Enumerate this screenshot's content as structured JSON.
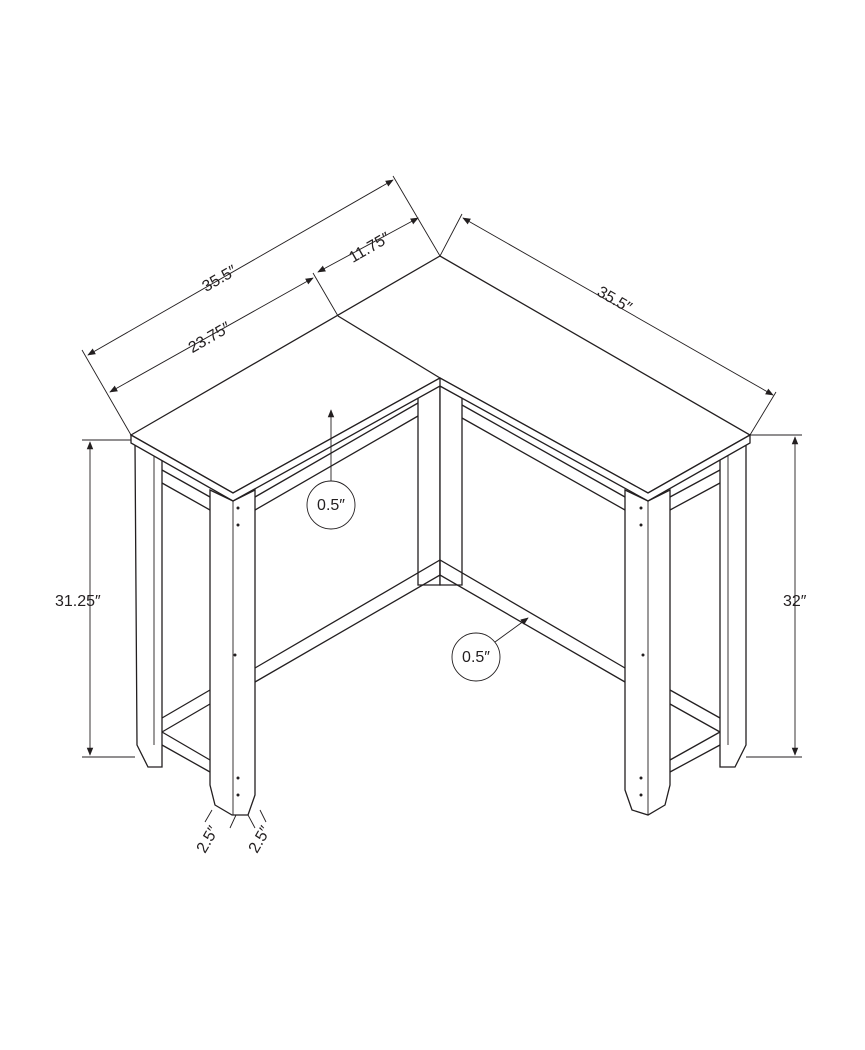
{
  "diagram": {
    "dimensions": {
      "total_width_left": "35.5″",
      "inner_width_left": "23.75″",
      "top_depth": "11.75″",
      "total_width_right": "35.5″",
      "height_left": "31.25″",
      "height_right": "32″",
      "top_thickness": "0.5″",
      "apron_thickness": "0.5″",
      "leg_width_a": "2.5″",
      "leg_width_b": "2.5″"
    },
    "line_color": "#231f20"
  }
}
